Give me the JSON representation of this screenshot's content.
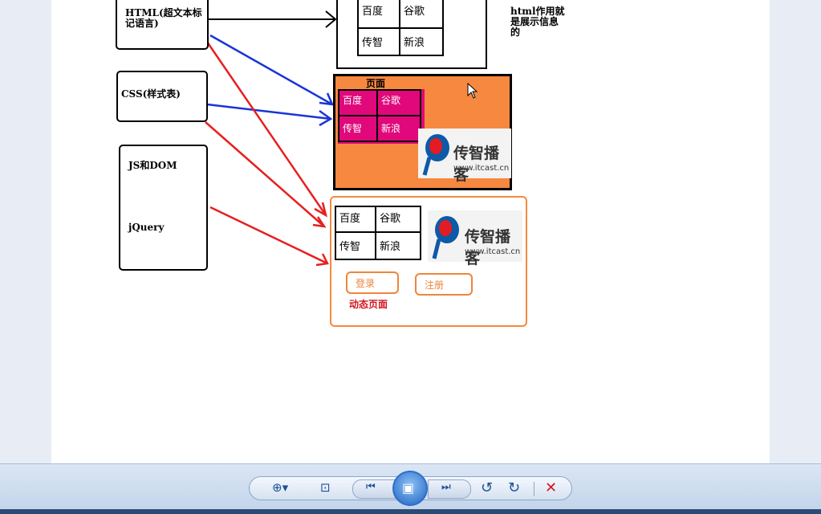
{
  "diagram": {
    "html_box": "HTML(超文本标\n记语言)",
    "css_box": "CSS(样式表)",
    "js_dom": "JS和DOM",
    "jquery": "jQuery",
    "note": "html作用就\n是展示信息\n的",
    "page_title": "页面",
    "cells": [
      "百度",
      "谷歌",
      "传智",
      "新浪"
    ],
    "logo_cn": "传智播客",
    "logo_url": "www.itcast.cn",
    "login_label": "登录",
    "register_label": "注册",
    "dynamic_label": "动态页面"
  },
  "toolbar": {
    "icons": [
      "zoom-icon",
      "fit-icon",
      "prev-icon",
      "slideshow-icon",
      "next-icon",
      "rotate-left-icon",
      "rotate-right-icon",
      "delete-icon"
    ]
  },
  "colors": {
    "orange": "#f7883f",
    "magenta": "#e0087a",
    "red": "#e62020",
    "blue": "#1a35d6"
  }
}
